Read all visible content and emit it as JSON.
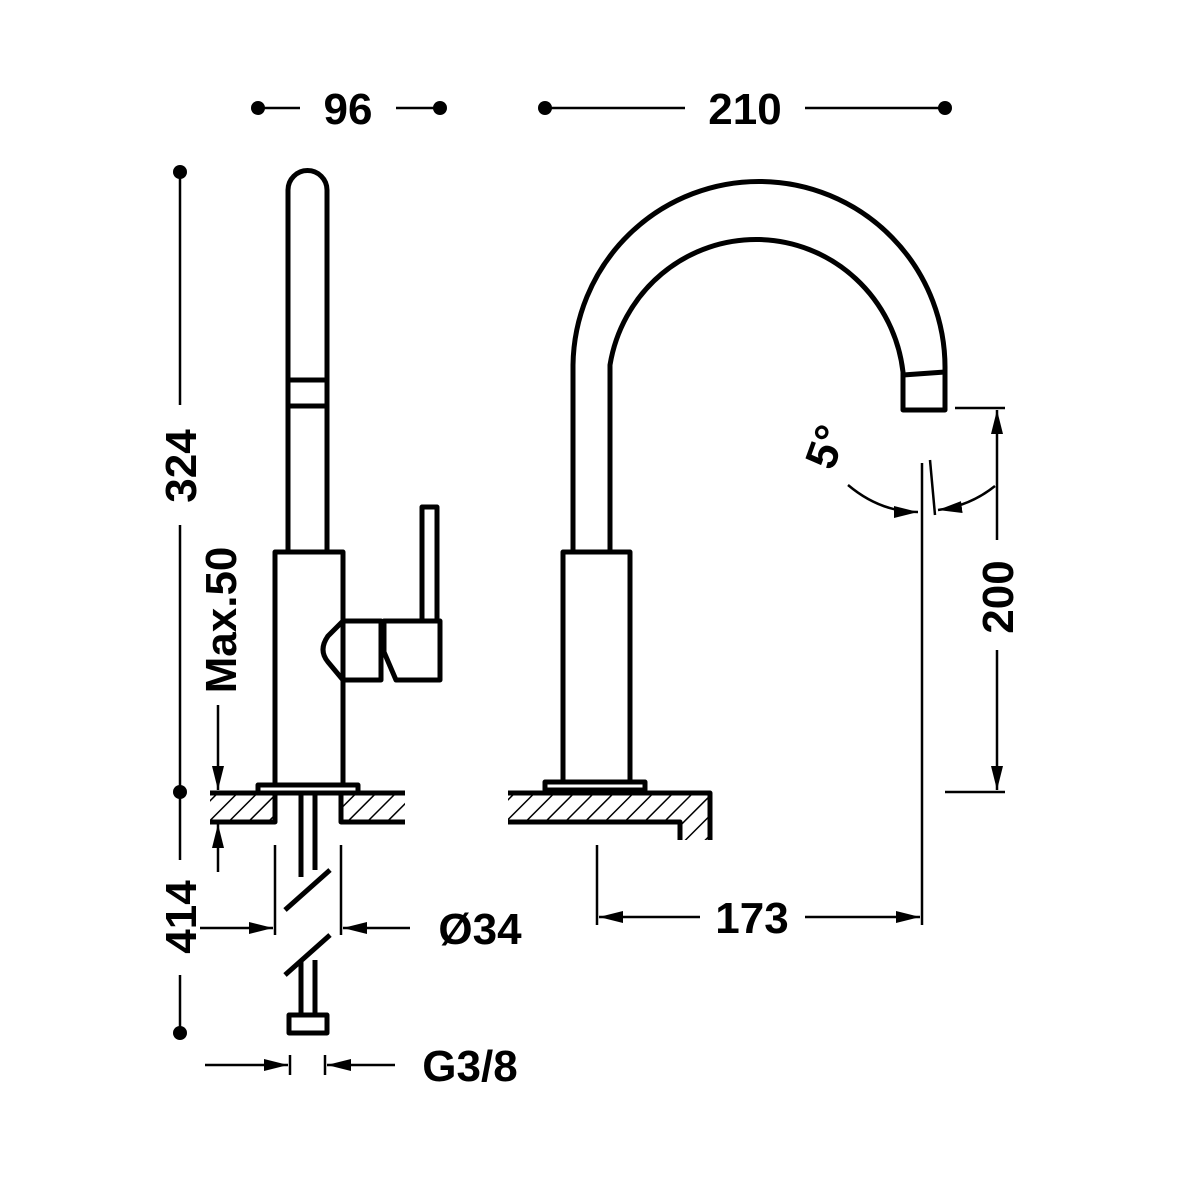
{
  "dimensions": {
    "width_left": "96",
    "width_right": "210",
    "height_total": "324",
    "below_counter": "414",
    "max_thickness": "Max.50",
    "diameter": "Ø34",
    "connection": "G3/8",
    "spout_height": "200",
    "spout_reach": "173",
    "angle": "5°"
  },
  "colors": {
    "ink": "#000000",
    "background": "#ffffff"
  }
}
